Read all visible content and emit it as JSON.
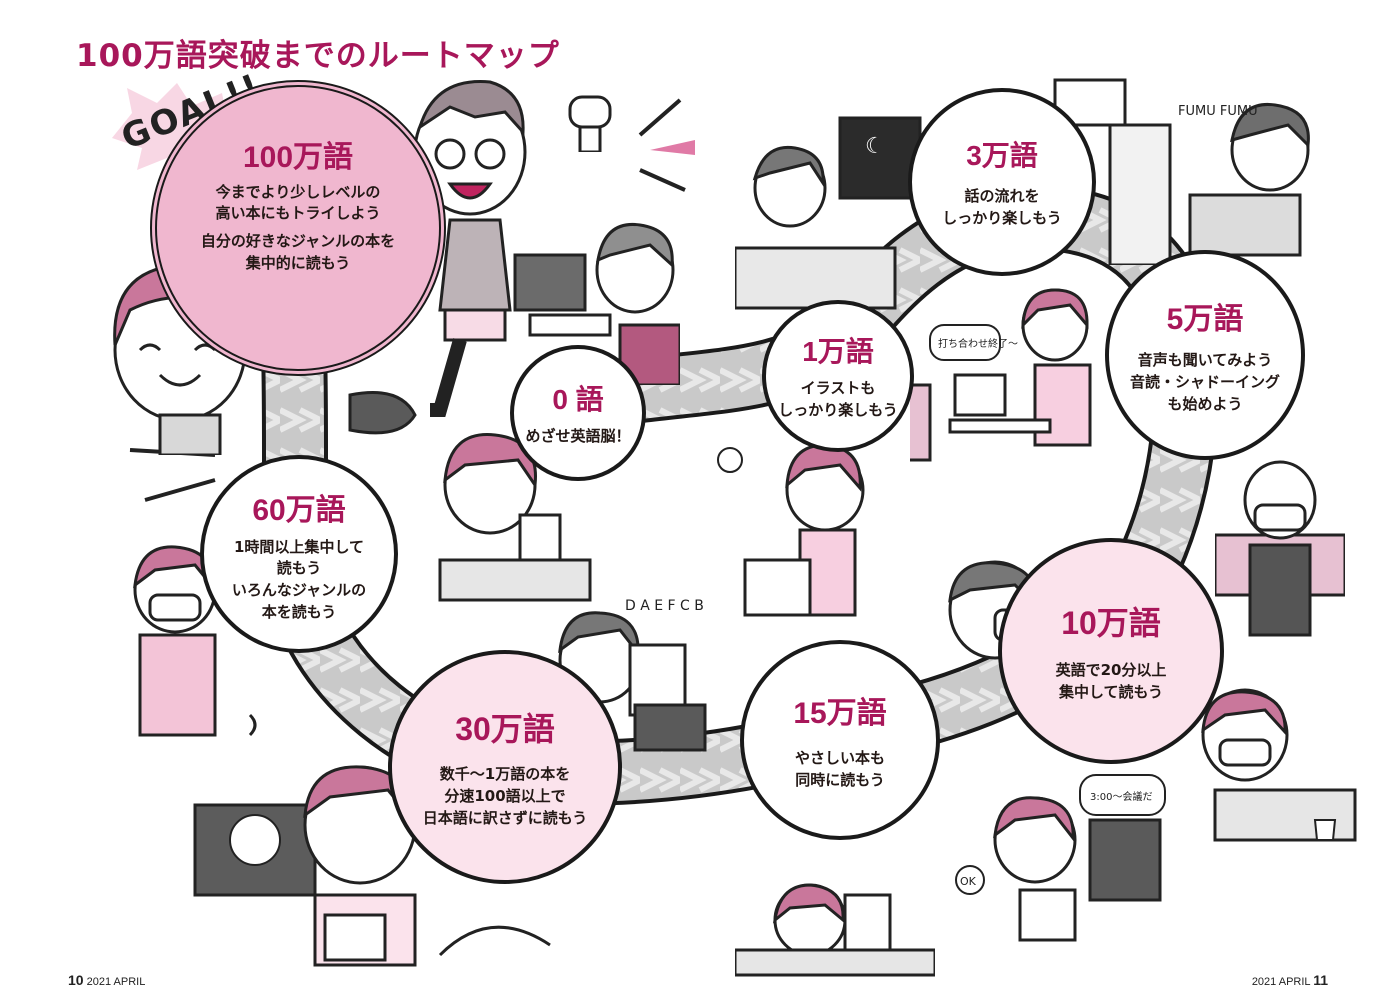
{
  "title": "100万語突破までのルートマップ",
  "goal_label": "GOAL!!",
  "milestones": {
    "m0": {
      "title": "0 語",
      "lines": [
        "めざせ英語脳！"
      ]
    },
    "m1": {
      "title": "1万語",
      "lines": [
        "イラストも",
        "しっかり楽しもう"
      ]
    },
    "m3": {
      "title": "3万語",
      "lines": [
        "話の流れを",
        "しっかり楽しもう"
      ]
    },
    "m5": {
      "title": "5万語",
      "lines": [
        "音声も聞いてみよう",
        "音読・シャドーイング",
        "も始めよう"
      ]
    },
    "m10": {
      "title": "10万語",
      "lines": [
        "英語で20分以上",
        "集中して読もう"
      ]
    },
    "m15": {
      "title": "15万語",
      "lines": [
        "やさしい本も",
        "同時に読もう"
      ]
    },
    "m30": {
      "title": "30万語",
      "lines": [
        "数千～1万語の本を",
        "分速100語以上で",
        "日本語に訳さずに読もう"
      ]
    },
    "m60": {
      "title": "60万語",
      "lines": [
        "1時間以上集中して",
        "読もう",
        "いろんなジャンルの",
        "本を読もう"
      ]
    },
    "m100": {
      "title": "100万語",
      "lines": [
        "今までより少しレベルの",
        "高い本にもトライしよう",
        "自分の好きなジャンルの本を",
        "集中的に読もう"
      ]
    }
  },
  "illustration_text": {
    "fumu": "FUMU FUMU",
    "speech_finished": "打ち合わせ終了～",
    "speech_3pm": "3:00～会議だ",
    "abcdef": "D A E F C B",
    "ok": "OK"
  },
  "footer": {
    "left_page": "10",
    "left_issue": "2021 APRIL",
    "right_issue": "2021 APRIL",
    "right_page": "11"
  },
  "colors": {
    "accent": "#a8175a",
    "pink": "#f0b7cf",
    "light_pink": "#fbe3ec",
    "road": "#bdbdbd"
  }
}
